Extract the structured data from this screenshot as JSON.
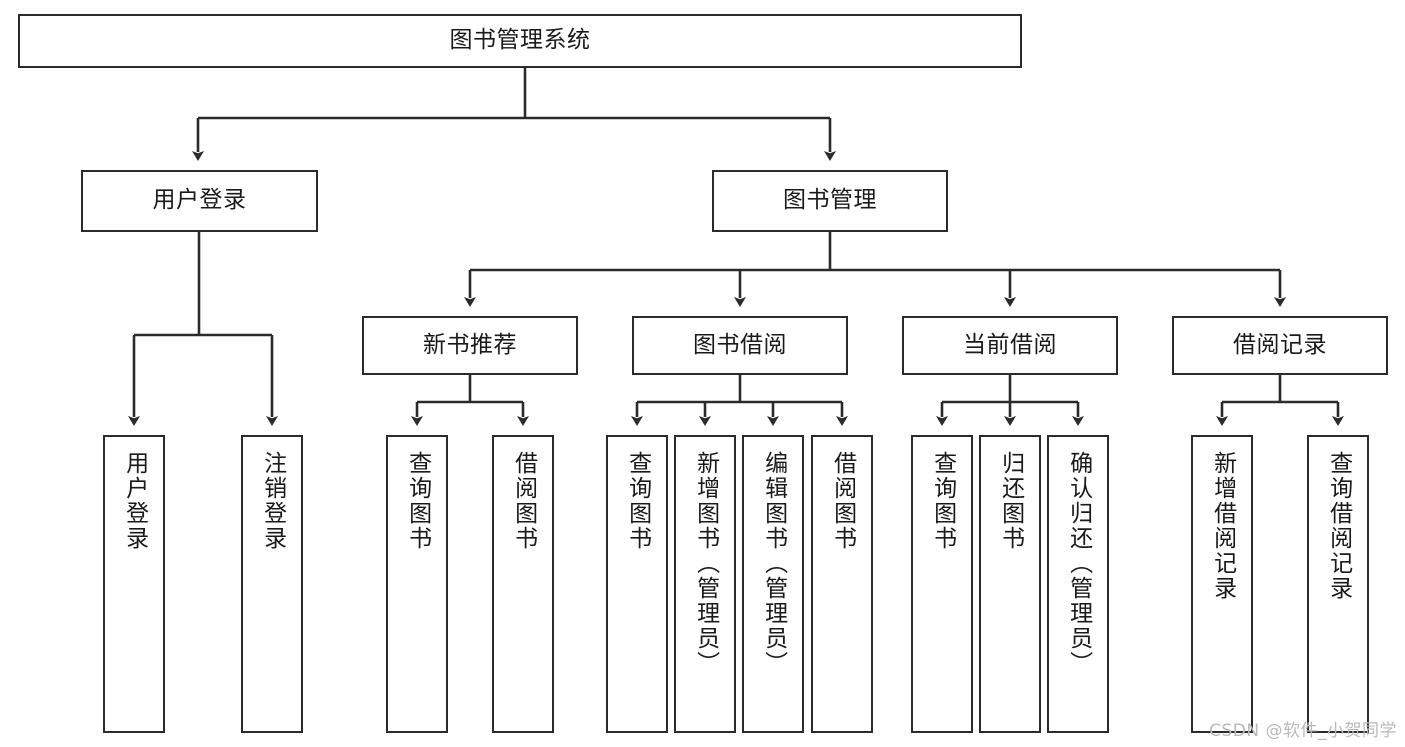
{
  "diagram": {
    "title": "图书管理系统",
    "type": "functional-structure-tree",
    "root": {
      "id": "root",
      "label": "图书管理系统"
    },
    "level2": [
      {
        "id": "user-login",
        "label": "用户登录"
      },
      {
        "id": "book-manage",
        "label": "图书管理"
      }
    ],
    "level3": [
      {
        "id": "new-book-recommend",
        "label": "新书推荐",
        "parent": "book-manage"
      },
      {
        "id": "book-borrow",
        "label": "图书借阅",
        "parent": "book-manage"
      },
      {
        "id": "current-borrow",
        "label": "当前借阅",
        "parent": "book-manage"
      },
      {
        "id": "borrow-record",
        "label": "借阅记录",
        "parent": "book-manage"
      }
    ],
    "leaves": [
      {
        "id": "leaf-user-login",
        "label": "用户登录",
        "parent": "user-login"
      },
      {
        "id": "leaf-user-logout",
        "label": "注销登录",
        "parent": "user-login"
      },
      {
        "id": "leaf-query-book-1",
        "label": "查询图书",
        "parent": "new-book-recommend"
      },
      {
        "id": "leaf-borrow-book-1",
        "label": "借阅图书",
        "parent": "new-book-recommend"
      },
      {
        "id": "leaf-query-book-2",
        "label": "查询图书",
        "parent": "book-borrow"
      },
      {
        "id": "leaf-add-book",
        "label": "新增图书（管理员）",
        "parent": "book-borrow"
      },
      {
        "id": "leaf-edit-book",
        "label": "编辑图书（管理员）",
        "parent": "book-borrow"
      },
      {
        "id": "leaf-borrow-book-2",
        "label": "借阅图书",
        "parent": "book-borrow"
      },
      {
        "id": "leaf-query-book-3",
        "label": "查询图书",
        "parent": "current-borrow"
      },
      {
        "id": "leaf-return-book",
        "label": "归还图书",
        "parent": "current-borrow"
      },
      {
        "id": "leaf-confirm-return",
        "label": "确认归还（管理员）",
        "parent": "current-borrow"
      },
      {
        "id": "leaf-add-record",
        "label": "新增借阅记录",
        "parent": "borrow-record"
      },
      {
        "id": "leaf-query-record",
        "label": "查询借阅记录",
        "parent": "borrow-record"
      }
    ],
    "colors": {
      "stroke": "#2b2b2b",
      "background": "#ffffff",
      "text": "#1a1a1a",
      "watermark": "#b9b9b9"
    }
  },
  "watermark": {
    "text": "CSDN @软件_小贺同学"
  }
}
